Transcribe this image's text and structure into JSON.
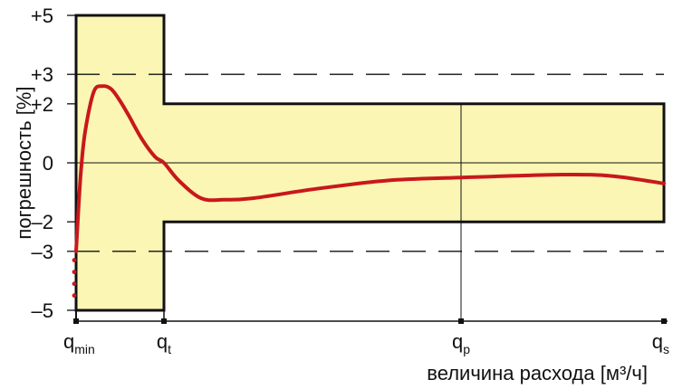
{
  "chart_data": {
    "type": "line",
    "title": "",
    "ylabel": "погрешность [%]",
    "xlabel": "величина расхода [м³/ч]",
    "ylim": [
      -5,
      5
    ],
    "y_ticks": [
      "+5",
      "+3",
      "+2",
      "0",
      "-2",
      "-3",
      "-5"
    ],
    "y_tick_values": [
      5,
      3,
      2,
      0,
      -2,
      -3,
      -5
    ],
    "x_ticks": [
      {
        "id": "qmin",
        "base": "q",
        "sub": "min",
        "value": 0
      },
      {
        "id": "qt",
        "base": "q",
        "sub": "t",
        "value": 1
      },
      {
        "id": "qp",
        "base": "q",
        "sub": "p",
        "value": 5
      },
      {
        "id": "qs",
        "base": "q",
        "sub": "s",
        "value": 7
      }
    ],
    "xlim": [
      0,
      7
    ],
    "grid": false,
    "legend": "none",
    "tolerance_band": {
      "low_flow": {
        "x": [
          0,
          1
        ],
        "upper": 5,
        "lower": -5
      },
      "high_flow": {
        "x": [
          1,
          7
        ],
        "upper": 2,
        "lower": -2
      }
    },
    "reference_lines": [
      3,
      -3
    ],
    "series": [
      {
        "x": [
          0,
          0.05,
          0.1,
          0.2,
          0.3,
          0.4,
          0.5,
          0.6,
          0.75,
          0.9,
          1.0,
          1.2,
          1.5,
          1.8,
          2.2,
          3.0,
          4.0,
          5.0,
          6.0,
          6.5,
          7.0
        ],
        "y": [
          -3.0,
          -0.5,
          1.0,
          2.4,
          2.6,
          2.5,
          2.1,
          1.6,
          0.8,
          0.2,
          0.0,
          -0.6,
          -1.2,
          -1.25,
          -1.2,
          -0.9,
          -0.6,
          -0.5,
          -0.4,
          -0.45,
          -0.7
        ]
      }
    ],
    "low_flow_dots": {
      "x": 0,
      "y": [
        -3.3,
        -3.7,
        -4.1,
        -4.5
      ]
    },
    "colors": {
      "band": "#fbf6b3",
      "curve": "#c8181c",
      "lines": "#111111"
    }
  }
}
